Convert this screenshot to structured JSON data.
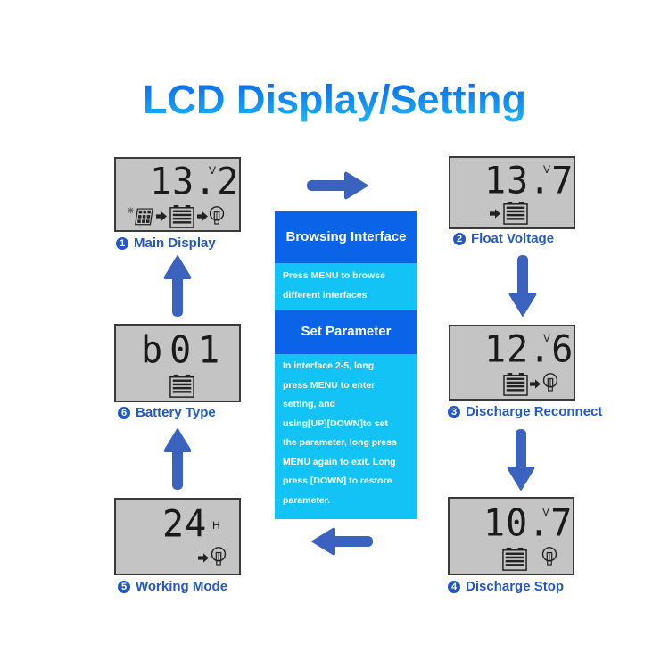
{
  "title": "LCD Display/Setting",
  "colors": {
    "arrow": "#3a62be",
    "panel_dark": "#0b63e8",
    "panel_light": "#14c3f6",
    "label": "#2458c4",
    "lcd_bg": "#c4c4c4"
  },
  "screens": [
    {
      "num": "1",
      "label": "Main Display",
      "value": "13.2",
      "unit": "V",
      "icons": [
        "solar-panel-icon",
        "arrow-right-icon",
        "battery-icon",
        "arrow-right-icon",
        "bulb-icon"
      ]
    },
    {
      "num": "2",
      "label": "Float Voltage",
      "value": "13.7",
      "unit": "V",
      "icons": [
        "arrow-right-icon",
        "battery-icon"
      ]
    },
    {
      "num": "3",
      "label": "Discharge Reconnect",
      "value": "12.6",
      "unit": "V",
      "icons": [
        "battery-icon",
        "arrow-right-icon",
        "bulb-icon"
      ]
    },
    {
      "num": "4",
      "label": "Discharge Stop",
      "value": "10.7",
      "unit": "V",
      "icons": [
        "battery-icon",
        "bulb-icon"
      ]
    },
    {
      "num": "5",
      "label": "Working Mode",
      "value": "24",
      "unit": "H",
      "icons": [
        "arrow-right-icon",
        "bulb-icon"
      ]
    },
    {
      "num": "6",
      "label": "Battery Type",
      "value": "b01",
      "unit": "",
      "icons": [
        "battery-icon"
      ]
    }
  ],
  "panel": {
    "browsing_title": "Browsing Interface",
    "browsing_lines": [
      "Press MENU to browse",
      "different interfaces"
    ],
    "set_title": "Set Parameter",
    "set_lines": [
      "In interface 2-5, long",
      "press MENU to enter",
      "setting, and",
      "using[UP][DOWN]to set",
      "the parameter, long press",
      "MENU again to exit. Long",
      "press [DOWN] to restore",
      "parameter."
    ]
  }
}
